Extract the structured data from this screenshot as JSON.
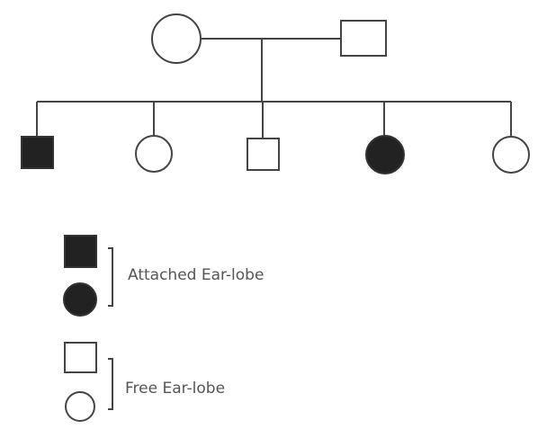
{
  "pedigree": {
    "parents": [
      {
        "id": "mother",
        "sex": "female",
        "trait": "free"
      },
      {
        "id": "father",
        "sex": "male",
        "trait": "free"
      }
    ],
    "children": [
      {
        "id": "child-1",
        "sex": "male",
        "trait": "attached"
      },
      {
        "id": "child-2",
        "sex": "female",
        "trait": "free"
      },
      {
        "id": "child-3",
        "sex": "male",
        "trait": "free"
      },
      {
        "id": "child-4",
        "sex": "female",
        "trait": "attached"
      },
      {
        "id": "child-5",
        "sex": "female",
        "trait": "free"
      }
    ]
  },
  "legend": {
    "attached_label": "Attached Ear-lobe",
    "free_label": "Free Ear-lobe"
  },
  "colors": {
    "line": "#444444",
    "affected_fill": "#222222",
    "unaffected_fill": "#ffffff"
  }
}
